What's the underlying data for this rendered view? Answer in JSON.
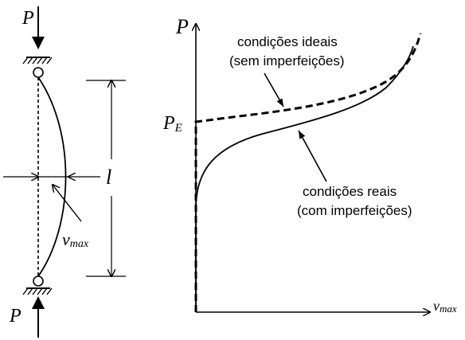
{
  "column": {
    "load_top": "P",
    "load_bottom": "P",
    "length_label": "l",
    "deflection_main": "v",
    "deflection_sub": "max"
  },
  "graph": {
    "y_axis_label": "P",
    "x_axis_main": "v",
    "x_axis_sub": "max",
    "euler_main": "P",
    "euler_sub": "E",
    "ideal_line1": "condições ideais",
    "ideal_line2": "(sem imperfeições)",
    "real_line1": "condições reais",
    "real_line2": "(com imperfeições)"
  }
}
